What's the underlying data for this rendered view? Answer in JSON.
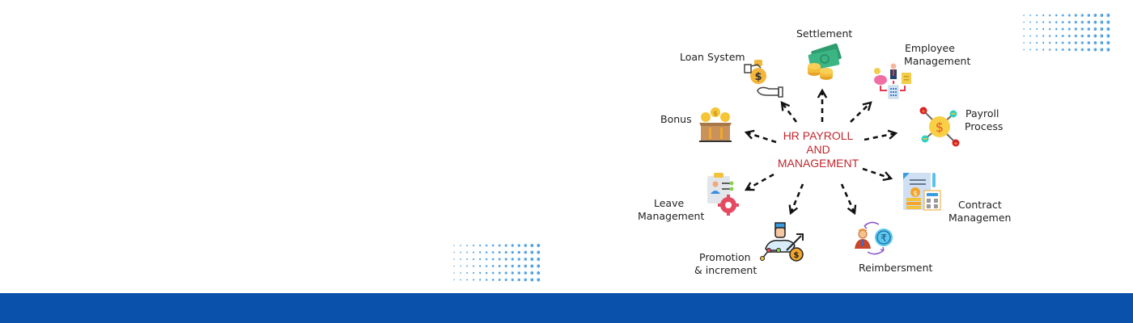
{
  "diagram": {
    "center": {
      "lines": [
        "HR PAYROLL",
        "AND",
        "MANAGEMENT"
      ],
      "color": "#c1272d"
    },
    "nodes": [
      {
        "id": "settlement",
        "label_lines": [
          "Settlement"
        ],
        "icon": "money-coins-icon"
      },
      {
        "id": "loan-system",
        "label_lines": [
          "Loan System"
        ],
        "icon": "loan-hand-icon"
      },
      {
        "id": "employee-management",
        "label_lines": [
          "Employee",
          "Management"
        ],
        "icon": "employee-org-icon"
      },
      {
        "id": "bonus",
        "label_lines": [
          "Bonus"
        ],
        "icon": "bonus-box-icon"
      },
      {
        "id": "payroll-process",
        "label_lines": [
          "Payroll",
          "Process"
        ],
        "icon": "payroll-dollar-icon"
      },
      {
        "id": "leave-management",
        "label_lines": [
          "Leave",
          "Management"
        ],
        "icon": "leave-clipboard-gear-icon"
      },
      {
        "id": "contract-management",
        "label_lines": [
          "Contract",
          "Managemen"
        ],
        "icon": "contract-calculator-icon"
      },
      {
        "id": "promotion-increment",
        "label_lines": [
          "Promotion",
          "& increment"
        ],
        "icon": "promotion-growth-icon"
      },
      {
        "id": "reimbersment",
        "label_lines": [
          "Reimbersment"
        ],
        "icon": "rupee-exchange-icon"
      }
    ]
  },
  "colors": {
    "footer_bar": "#0a51ab",
    "dot_pattern": "#0a7ad4",
    "arrow": "#111111",
    "background": "#ffffff"
  }
}
